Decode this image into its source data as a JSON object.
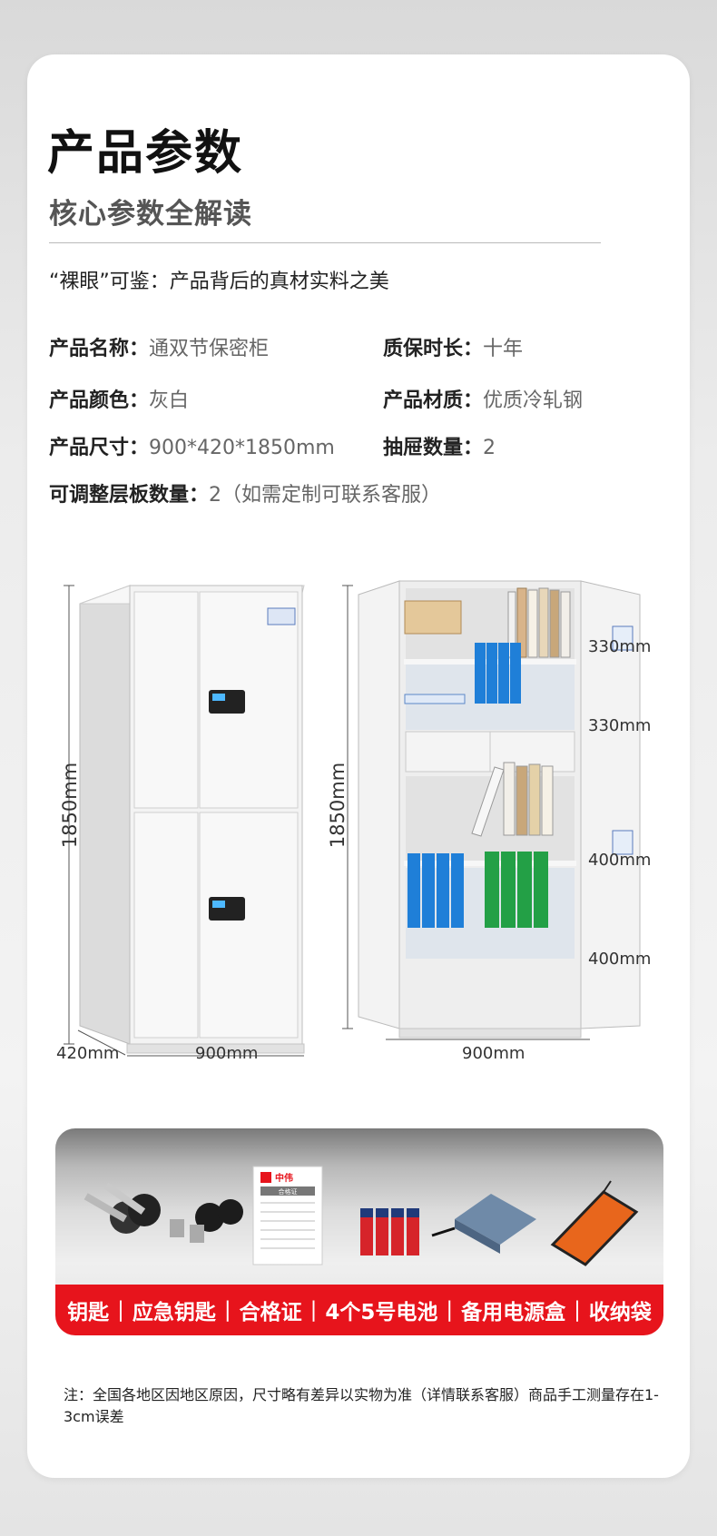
{
  "header": {
    "title": "产品参数",
    "subtitle": "核心参数全解读",
    "tagline": "“裸眼”可鉴：产品背后的真材实料之美"
  },
  "specs": {
    "name_label": "产品名称：",
    "name_value": "通双节保密柜",
    "warranty_label": "质保时长：",
    "warranty_value": "十年",
    "color_label": "产品颜色：",
    "color_value": "灰白",
    "material_label": "产品材质：",
    "material_value": "优质冷轧钢",
    "size_label": "产品尺寸：",
    "size_value": "900*420*1850mm",
    "drawer_label": "抽屉数量：",
    "drawer_value": "2",
    "shelf_label": "可调整层板数量：",
    "shelf_value": "2（如需定制可联系客服）"
  },
  "dimensions": {
    "height_left": "1850mm",
    "height_right": "1850mm",
    "depth": "420mm",
    "width_left": "900mm",
    "width_right": "900mm",
    "compartments": [
      "330mm",
      "330mm",
      "400mm",
      "400mm"
    ]
  },
  "accessories": {
    "items": [
      "钥匙",
      "应急钥匙",
      "合格证",
      "4个5号电池",
      "备用电源盒",
      "收纳袋"
    ],
    "certificate_brand": "中伟",
    "certificate_title": "合格证"
  },
  "note": "注：全国各地区因地区原因，尺寸略有差异以实物为准（详情联系客服）商品手工测量存在1-3cm误差",
  "colors": {
    "accent_red": "#e7141c",
    "cabinet": "#f2f2f2",
    "binder_blue": "#1f7fd8",
    "binder_green": "#23a046"
  }
}
